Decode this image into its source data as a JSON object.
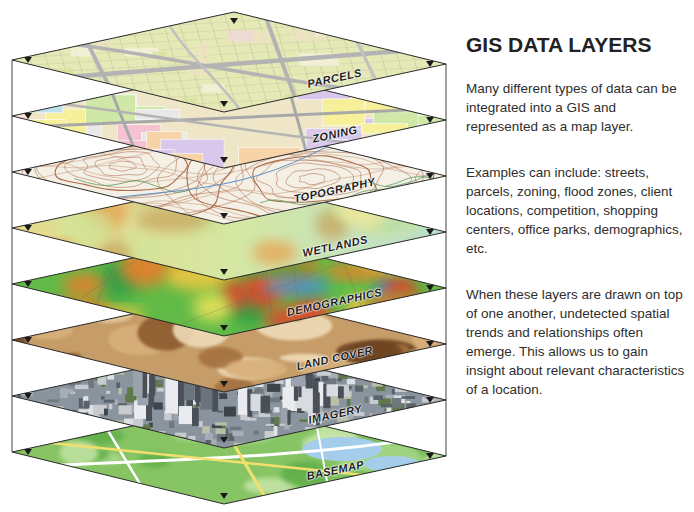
{
  "diagram": {
    "title": "GIS DATA LAYERS",
    "nodes": [
      {
        "text": [
          "PARCELS"
        ]
      },
      {
        "text": [
          "ZONING"
        ]
      },
      {
        "text": [
          "TOPOGRAPHY"
        ]
      },
      {
        "text": [
          "WETLANDS"
        ]
      },
      {
        "text": [
          "DEMOGRAPHICS"
        ]
      },
      {
        "text": [
          "LAND COVER"
        ]
      },
      {
        "text": [
          "IMAGERY"
        ]
      },
      {
        "text": [
          "BASEMAP"
        ]
      }
    ],
    "edges": [
      {
        "from": 0,
        "to": 1,
        "arrow": "none"
      },
      {
        "from": 1,
        "to": 2,
        "arrow": "none"
      },
      {
        "from": 2,
        "to": 3,
        "arrow": "none"
      },
      {
        "from": 3,
        "to": 4,
        "arrow": "none"
      },
      {
        "from": 4,
        "to": 5,
        "arrow": "none"
      },
      {
        "from": 5,
        "to": 6,
        "arrow": "none"
      },
      {
        "from": 6,
        "to": 7,
        "arrow": "none"
      }
    ],
    "labels": [
      "Many different types of data can be integrated into a GIS and represented as a map layer.",
      "Examples can include: streets, parcels, zoning, flood zones, client locations, competition, shopping centers, office parks, demographics, etc.",
      "When these layers are drawn on top of one another, undetected spatial trends and relationships often emerge. This allows us to gain insight about relevant characteristics of a location."
    ]
  }
}
